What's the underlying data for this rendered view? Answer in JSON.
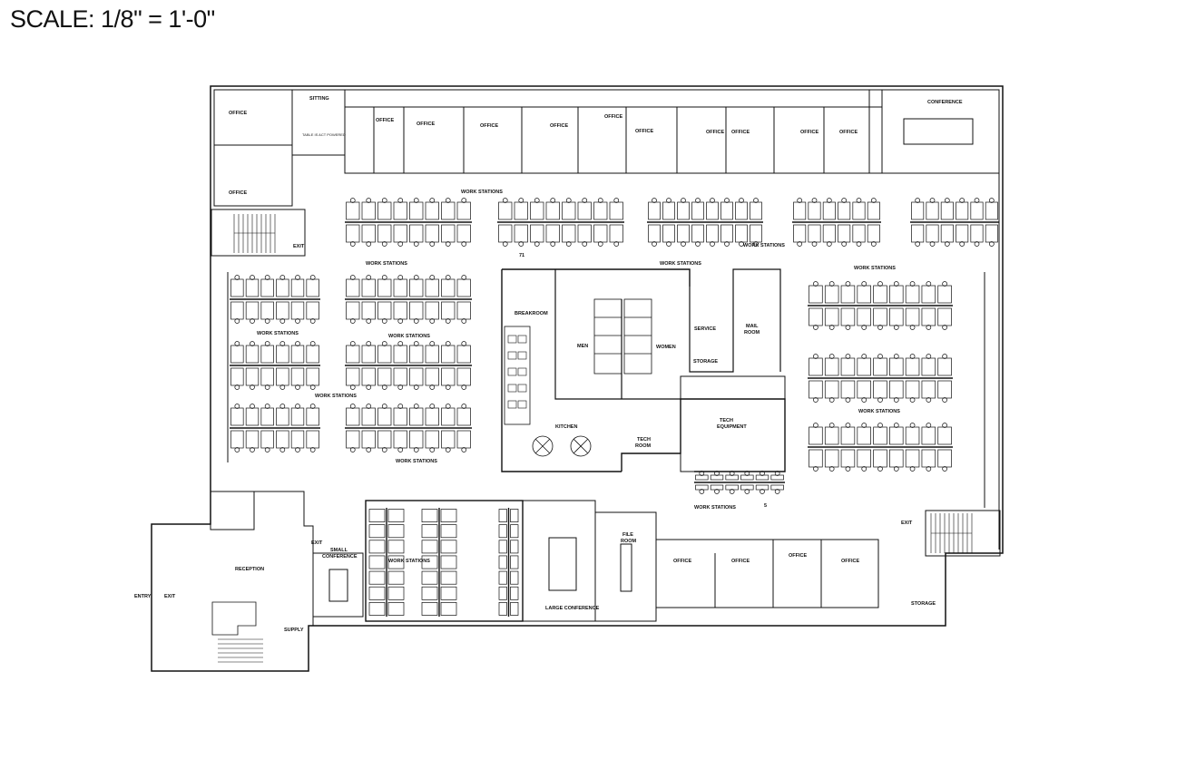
{
  "scale_label": "SCALE: 1/8\" = 1'-0\"",
  "labels": {
    "office": "OFFICE",
    "sitting": "SITTING",
    "table_note": "TABLE IS ACT POWERED",
    "conference": "CONFERENCE",
    "work_stations": "WORK STATIONS",
    "exit": "EXIT",
    "breakroom": "BREAKROOM",
    "men": "MEN",
    "women": "WOMEN",
    "service": "SERVICE",
    "mail": "MAIL",
    "room": "ROOM",
    "storage": "STORAGE",
    "tech": "TECH",
    "equipment": "EQUIPMENT",
    "kitchen": "KITCHEN",
    "reception": "RECEPTION",
    "entry": "ENTRY",
    "small": "SMALL",
    "conference_short": "CONFERENCE",
    "large_conference": "LARGE CONFERENCE",
    "file": "FILE",
    "supply": "SUPPLY",
    "num_71": "71",
    "num_5": "5"
  }
}
